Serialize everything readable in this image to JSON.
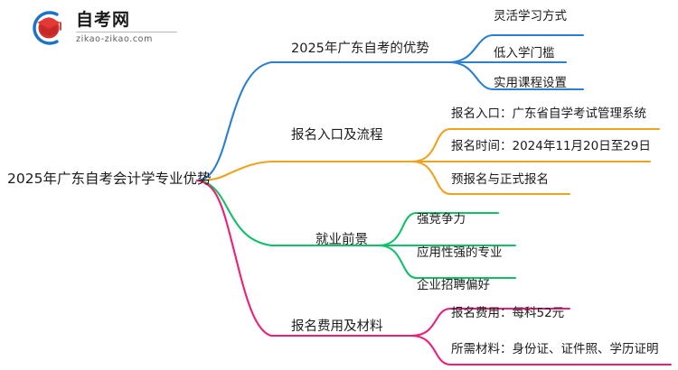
{
  "logo": {
    "title": "自考网",
    "domain": "zikao-zikao.com",
    "mark_icon": "graduation-cap-logo-icon",
    "colors": {
      "arc": "#1a73c8",
      "cap": "#d32f2f",
      "tassel": "#b71c1c"
    }
  },
  "mindmap": {
    "root": {
      "label": "2025年广东自考会计学专业优势"
    },
    "branches": [
      {
        "label": "2025年广东自考的优势",
        "color": "#2a7fd4",
        "leaves": [
          {
            "label": "灵活学习方式"
          },
          {
            "label": "低入学门槛"
          },
          {
            "label": "实用课程设置"
          }
        ]
      },
      {
        "label": "报名入口及流程",
        "color": "#efa31d",
        "leaves": [
          {
            "label": "报名入口：广东省自学考试管理系统"
          },
          {
            "label": "报名时间：2024年11月20日至29日"
          },
          {
            "label": "预报名与正式报名"
          }
        ]
      },
      {
        "label": "就业前景",
        "color": "#13c06a",
        "leaves": [
          {
            "label": "强竞争力"
          },
          {
            "label": "应用性强的专业"
          },
          {
            "label": "企业招聘偏好"
          }
        ]
      },
      {
        "label": "报名费用及材料",
        "color": "#ee1d78",
        "leaves": [
          {
            "label": "报名费用：每科52元"
          },
          {
            "label": "所需材料：身份证、证件照、学历证明"
          }
        ]
      }
    ]
  }
}
